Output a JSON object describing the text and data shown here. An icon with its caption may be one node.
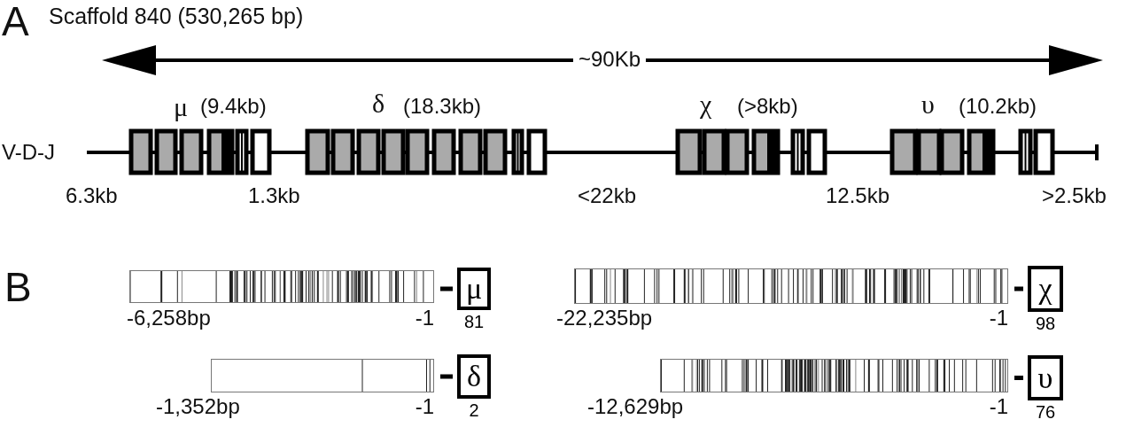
{
  "diagram": {
    "nodes": [
      {
        "text": [],
        "shape": "bar"
      },
      {
        "text": [
          "μ"
        ],
        "beside": [
          "81"
        ]
      },
      {
        "text": [],
        "shape": "bar"
      },
      {
        "text": [
          "χ"
        ],
        "beside": [
          "98"
        ]
      },
      {
        "text": [],
        "shape": "bar"
      },
      {
        "text": [
          "δ"
        ],
        "beside": [
          "2"
        ]
      },
      {
        "text": [],
        "shape": "bar"
      },
      {
        "text": [
          "υ"
        ],
        "beside": [
          "76"
        ]
      }
    ],
    "edges": [
      {
        "from": 0,
        "to": 1,
        "arrow": "none"
      },
      {
        "from": 2,
        "to": 3,
        "arrow": "none"
      },
      {
        "from": 4,
        "to": 5,
        "arrow": "none"
      },
      {
        "from": 6,
        "to": 7,
        "arrow": "none"
      }
    ],
    "labels": [
      "A",
      "Scaffold 840 (530,265 bp)",
      "~90Kb",
      "μ",
      "(9.4kb)",
      "δ",
      "(18.3kb)",
      "χ",
      "(>8kb)",
      "υ",
      "(10.2kb)",
      "V-D-J",
      "6.3kb",
      "1.3kb",
      "<22kb",
      "12.5kb",
      ">2.5kb",
      "B",
      "-6,258bp",
      "-1",
      "-22,235bp",
      "-1",
      "-1,352bp",
      "-1",
      "-12,629bp",
      "-1"
    ]
  }
}
